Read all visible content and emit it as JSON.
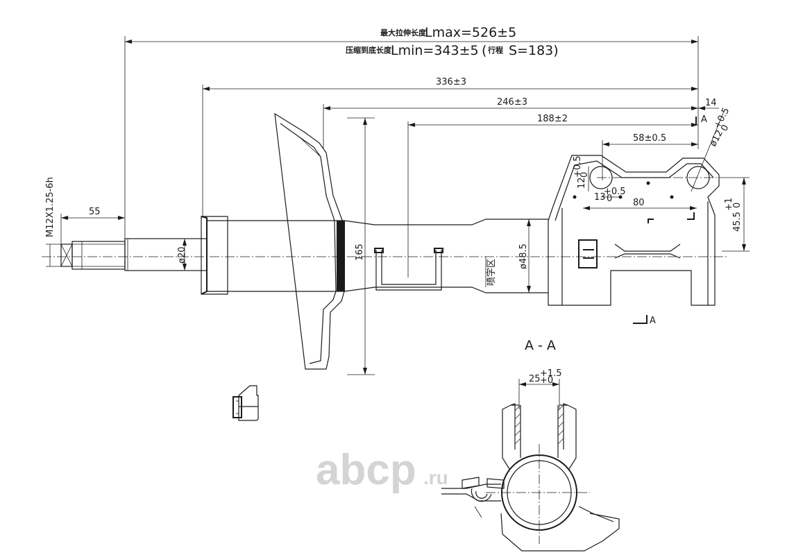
{
  "header": {
    "lmax_cn": "最大拉伸长度",
    "lmax_value": "Lmax=526±5",
    "lmin_cn": "压缩到底长度",
    "lmin_value": "Lmin=343±5",
    "stroke_open": "(",
    "stroke_cn": "行程",
    "stroke_value": "S=183)"
  },
  "dimensions": {
    "d336": "336±3",
    "d246": "246±3",
    "d188": "188±2",
    "d14": "14",
    "d58": "58±0.5",
    "d55": "55",
    "thread": "M12X1.25-6h",
    "rod_dia": "ø20",
    "d165": "165",
    "body_dia": "ø48.5",
    "hole_dia_base": "ø12",
    "hole_dia_tol_up": "+0.5",
    "hole_dia_tol_lo": "0",
    "d12_base": "12",
    "d12_tol_up": "+0.5",
    "d12_tol_lo": "0",
    "d13_base": "13",
    "d13_tol_up": "+0.5",
    "d13_tol_lo": "0",
    "d80": "80",
    "d45_base": "45.5",
    "d45_tol_up": "+1",
    "d45_tol_lo": "0",
    "d25_base": "25",
    "d25_tol_up": "+1.5",
    "d25_tol_lo": "+0"
  },
  "labels": {
    "print_zone": "喷字区",
    "section_marker": "A",
    "section_title": "A - A"
  },
  "watermark": {
    "text": "abcp",
    "suffix": ".ru",
    "color": "#d4d4d4"
  }
}
